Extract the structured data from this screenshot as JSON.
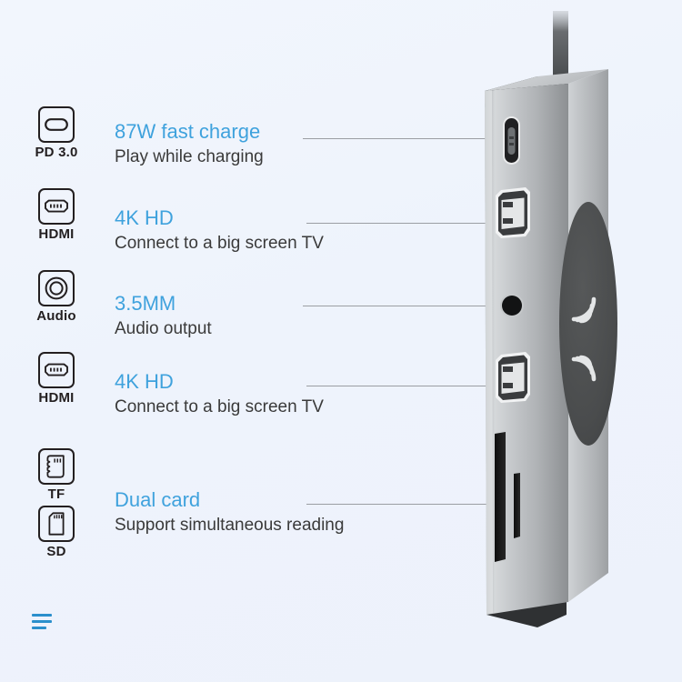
{
  "theme": {
    "background": "#f1f5fd",
    "accent": "#3fa2dd",
    "body_text": "#3a3a3a",
    "icon_stroke": "#231f20",
    "leader_line": "#9b9ea3",
    "device_body": "#b9bcbf",
    "device_pad": "#4a4a4a"
  },
  "ports": [
    {
      "icon": "usb-c-icon",
      "label": "PD 3.0"
    },
    {
      "icon": "hdmi-icon",
      "label": "HDMI"
    },
    {
      "icon": "audio-jack-icon",
      "label": "Audio"
    },
    {
      "icon": "hdmi-icon",
      "label": "HDMI"
    },
    {
      "icon": "tf-card-icon",
      "label": "TF"
    },
    {
      "icon": "sd-card-icon",
      "label": "SD"
    }
  ],
  "features": [
    {
      "title": "87W fast charge",
      "subtitle": "Play while charging"
    },
    {
      "title": "4K HD",
      "subtitle": "Connect to a big screen TV"
    },
    {
      "title": "3.5MM",
      "subtitle": "Audio output"
    },
    {
      "title": "4K HD",
      "subtitle": "Connect to a big screen TV"
    },
    {
      "title": "Dual card",
      "subtitle": "Support simultaneous reading"
    }
  ],
  "device": {
    "name": "multiport-docking-station",
    "wireless_pad": "wireless-charging-symbol",
    "cable": "attached-cable",
    "ports_visible": [
      "usb-c-power-port",
      "hdmi-port-top",
      "audio-jack-port",
      "hdmi-port-bottom",
      "sd-card-slot",
      "tf-card-slot"
    ]
  },
  "footer": {
    "menu_icon": "hamburger-menu-icon"
  }
}
